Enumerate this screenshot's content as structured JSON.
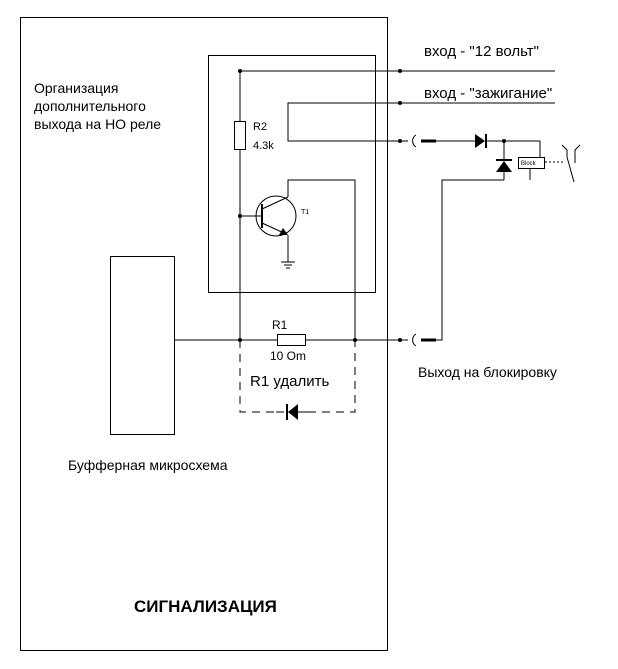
{
  "labels": {
    "input_12v": "вход - \"12 вольт\"",
    "input_ignition": "вход - \"зажигание\"",
    "org_line1": "Организация",
    "org_line2": "дополнительного",
    "org_line3": "выхода на НО реле",
    "r2_name": "R2",
    "r2_value": "4.3k",
    "t1_name": "T1",
    "r1_name": "R1",
    "r1_value": "10 Om",
    "r1_remove": "R1 удалить",
    "block_output": "Выход на блокировку",
    "buffer_chip": "Буфферная микросхема",
    "alarm": "СИГНАЛИЗАЦИЯ",
    "relay_label": "Block"
  }
}
